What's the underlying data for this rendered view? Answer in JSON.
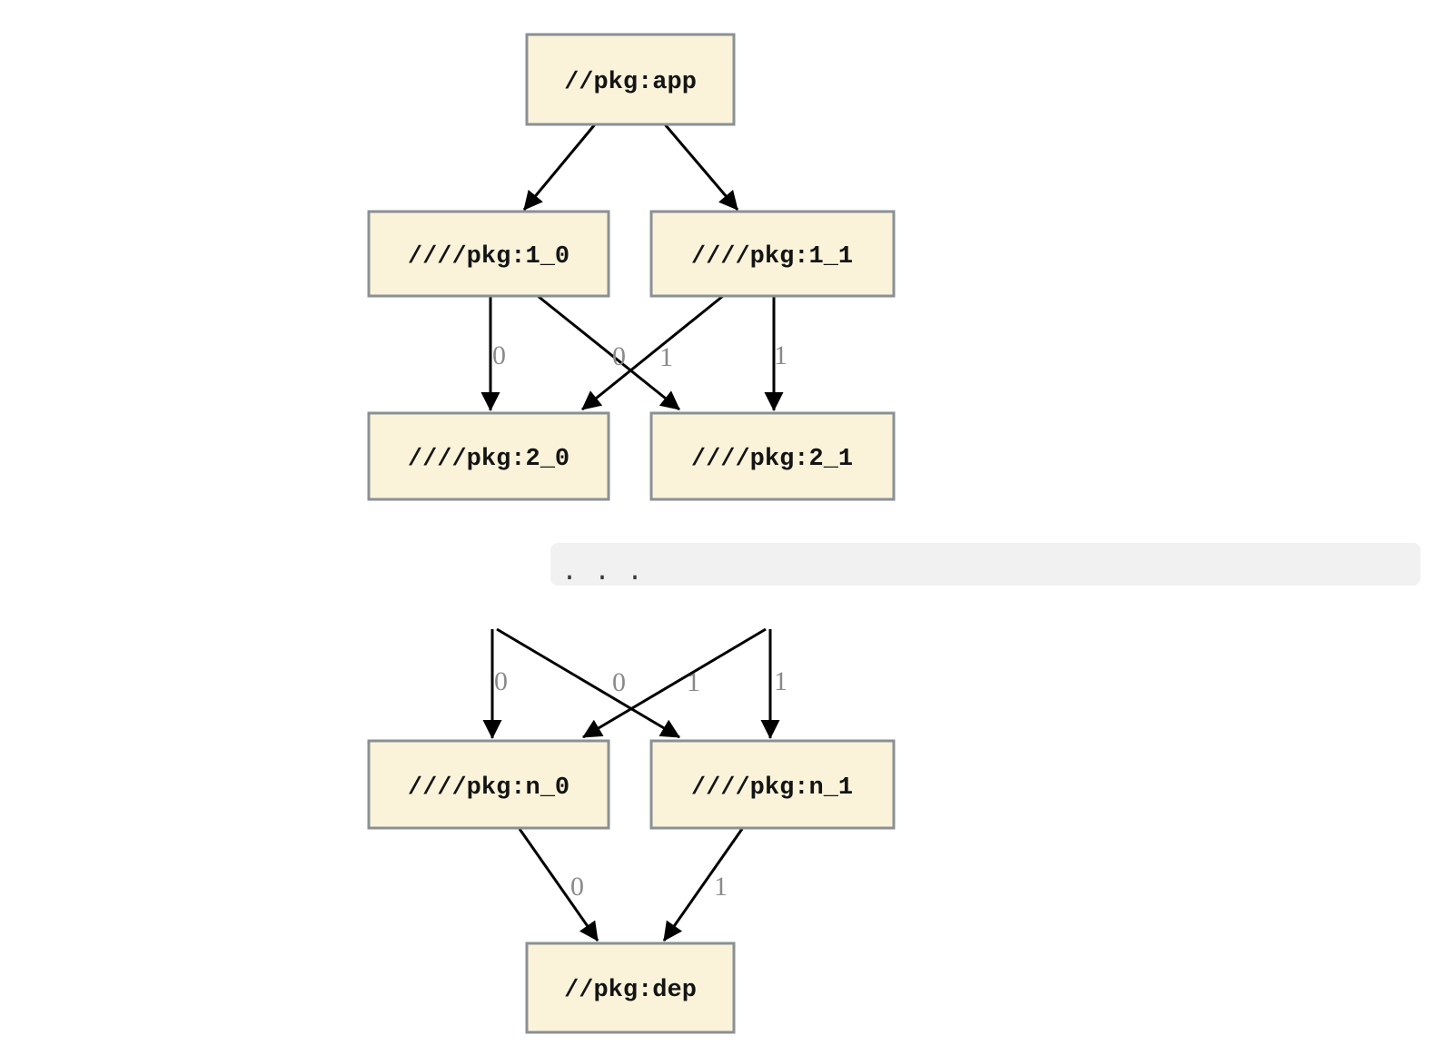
{
  "diagram": {
    "type": "dependency-graph",
    "nodes": {
      "app": {
        "label": "//pkg:app"
      },
      "p1_0": {
        "label": "////pkg:1_0"
      },
      "p1_1": {
        "label": "////pkg:1_1"
      },
      "p2_0": {
        "label": "////pkg:2_0"
      },
      "p2_1": {
        "label": "////pkg:2_1"
      },
      "pn_0": {
        "label": "////pkg:n_0"
      },
      "pn_1": {
        "label": "////pkg:n_1"
      },
      "dep": {
        "label": "//pkg:dep"
      }
    },
    "ellipsis": ". . .",
    "edges": [
      {
        "from": "//pkg:app",
        "to": "////pkg:1_0",
        "label": ""
      },
      {
        "from": "//pkg:app",
        "to": "////pkg:1_1",
        "label": ""
      },
      {
        "from": "////pkg:1_0",
        "to": "////pkg:2_0",
        "label": "0"
      },
      {
        "from": "////pkg:1_0",
        "to": "////pkg:2_1",
        "label": "1"
      },
      {
        "from": "////pkg:1_1",
        "to": "////pkg:2_0",
        "label": "0"
      },
      {
        "from": "////pkg:1_1",
        "to": "////pkg:2_1",
        "label": "1"
      },
      {
        "from": ". . .",
        "to": "////pkg:n_0",
        "label": "0"
      },
      {
        "from": ". . .",
        "to": "////pkg:n_1",
        "label": "1"
      },
      {
        "from": ". . .",
        "to": "////pkg:n_0",
        "label": "0"
      },
      {
        "from": ". . .",
        "to": "////pkg:n_1",
        "label": "1"
      },
      {
        "from": "////pkg:n_0",
        "to": "//pkg:dep",
        "label": "0"
      },
      {
        "from": "////pkg:n_1",
        "to": "//pkg:dep",
        "label": "1"
      }
    ],
    "colors": {
      "node_fill": "#faf3da",
      "node_border": "#8a9094",
      "node_text": "#141414",
      "edge": "#000000",
      "edge_label": "#8a8a8a",
      "ellipsis_band": "#f1f1f1",
      "ellipsis_text": "#3a3a3a",
      "background": "#ffffff"
    }
  }
}
